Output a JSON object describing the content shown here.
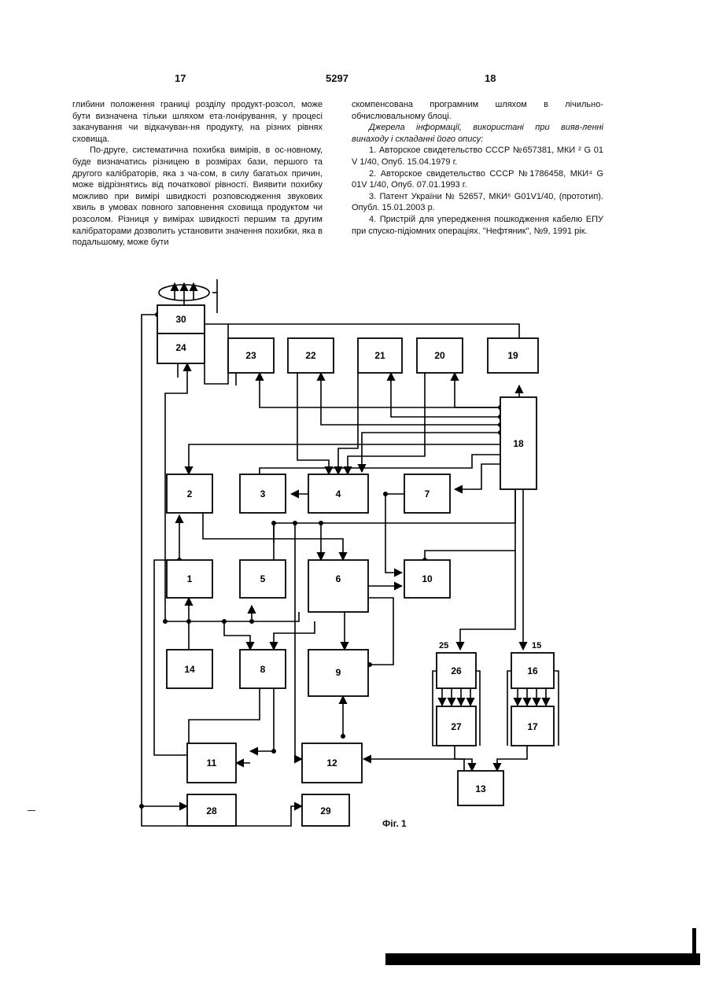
{
  "header": {
    "page_left": "17",
    "patent_number": "5297",
    "page_right": "18"
  },
  "left_column": [
    "глибини положення границі розділу продукт-розсол, може бути визначена тільки шляхом ета-лонірування, у процесі закачування чи відкачуван-ня продукту, на різних рівнях сховища.",
    "По-друге, систематична похибка вимірів, в ос-новному, буде визначатись різницею в розмірах бази, першого та другого калібраторів, яка з ча-сом, в силу багатьох причин, може відрізнятись від початкової рівності. Виявити похибку можливо при вимірі швидкості розповсюдження звукових хвиль в умовах повного заповнення сховища продуктом чи розсолом. Різниця у вимірах швидкості першим та другим калібраторами дозволить установити значення похибки, яка в подальшому, може бути"
  ],
  "right_column": {
    "intro": "скомпенсована програмним шляхом в лічильно-обчислювальному блоці.",
    "sources_heading": "Джерела інформації, використані при вияв-ленні винаходу і складанні його опису:",
    "refs": [
      "1. Авторское свидетельство СССР №657381, МКИ ² G 01 V 1/40, Опуб. 15.04.1979 г.",
      "2. Авторское свидетельство СССР №1786458, МКИ⁴ G 01V 1/40, Опуб. 07.01.1993 г.",
      "3. Патент України № 52657, МКИ⁶ G01V1/40, (прототип). Опубл. 15.01.2003 р.",
      "4. Пристрій для упередження пошкодження кабелю ЕПУ при спуско-підіомних операціях. \"Нефтяник\", №9, 1991 рік."
    ]
  },
  "figure": {
    "caption": "Фіг. 1",
    "block_labels": {
      "b30": "30",
      "b24": "24",
      "b23": "23",
      "b22": "22",
      "b21": "21",
      "b20": "20",
      "b19": "19",
      "b18": "18",
      "b2": "2",
      "b3": "3",
      "b4": "4",
      "b7": "7",
      "b1": "1",
      "b5": "5",
      "b6": "6",
      "b10": "10",
      "b14": "14",
      "b8": "8",
      "b9": "9",
      "b26": "26",
      "b16": "16",
      "b27": "27",
      "b17": "17",
      "b11": "11",
      "b12": "12",
      "b13": "13",
      "b28": "28",
      "b29": "29"
    },
    "side_labels": {
      "l25": "25",
      "l15": "15"
    }
  }
}
